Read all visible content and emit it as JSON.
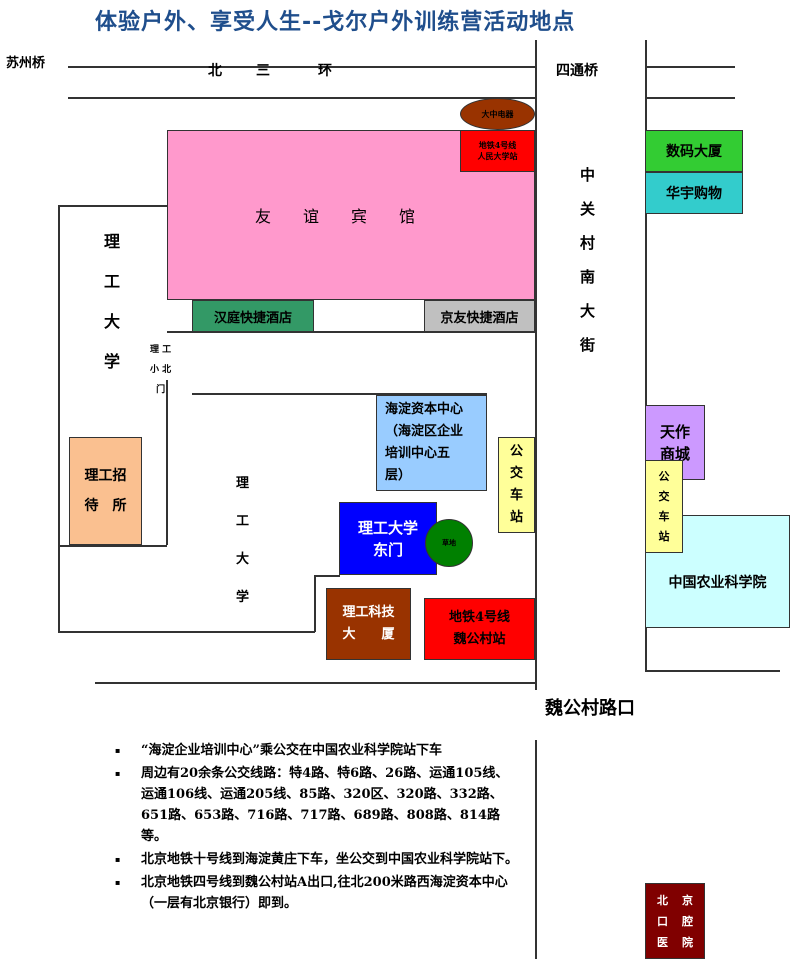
{
  "title": "体验户外、享受人生--戈尔户外训练营活动地点",
  "roads": {
    "suzhouqiao": "苏州桥",
    "beisanhuan": [
      "北",
      "三",
      "环"
    ],
    "sitongqiao": "四通桥",
    "zhongguancun": [
      "中",
      "关",
      "村",
      "南",
      "大",
      "街"
    ],
    "weigongcun": "魏公村路口"
  },
  "places": {
    "youyi": [
      "友",
      "谊",
      "宾",
      "馆"
    ],
    "dazhong": "大中电器",
    "subway_renda": [
      "地铁4号线",
      "人民大学站"
    ],
    "hanting": "汉庭快捷酒店",
    "jingyou": "京友快捷酒店",
    "ligong_left": [
      "理",
      "工",
      "大",
      "学"
    ],
    "xiaobeimen": [
      "理 工",
      "小 北",
      "门"
    ],
    "zhaodaisuo": [
      "理工招",
      "待　所"
    ],
    "ligong_center": [
      "理",
      "工",
      "大",
      "学"
    ],
    "haidian": [
      "海淀资本中心",
      "（海淀区企业",
      "培训中心五",
      "层）"
    ],
    "bus_left": [
      "公",
      "交",
      "车",
      "站"
    ],
    "dongmen": [
      "理工大学",
      "东门"
    ],
    "lawn": "草地",
    "keji": [
      "理工科技",
      "大　　厦"
    ],
    "subway_wgc": [
      "地铁4号线",
      "魏公村站"
    ],
    "shuma": "数码大厦",
    "huayu": "华宇购物",
    "tianzuo": [
      "天作",
      "商城"
    ],
    "bus_right": [
      "公",
      "交",
      "车",
      "站"
    ],
    "nongke": "中国农业科学院",
    "kouqiang": [
      "北",
      "京",
      "口",
      "腔",
      "医",
      "院"
    ]
  },
  "directions": [
    "“海淀企业培训中心”乘公交在中国农业科学院站下车",
    "周边有20余条公交线路：特4路、特6路、26路、运通105线、运通106线、运通205线、85路、320区、320路、332路、651路、653路、716路、717路、689路、808路、814路等。",
    "北京地铁十号线到海淀黄庄下车，坐公交到中国农业科学院站下。",
    "北京地铁四号线到魏公村站A出口,往北200米路西海淀资本中心（一层有北京银行）即到。"
  ],
  "colors": {
    "title": "#1f4e8c",
    "pink": "#ff99cc",
    "red": "#ff0000",
    "brown": "#993300",
    "blue": "#0000ff",
    "lightblue": "#99ccff",
    "yellow": "#ffff99",
    "green": "#008000"
  }
}
